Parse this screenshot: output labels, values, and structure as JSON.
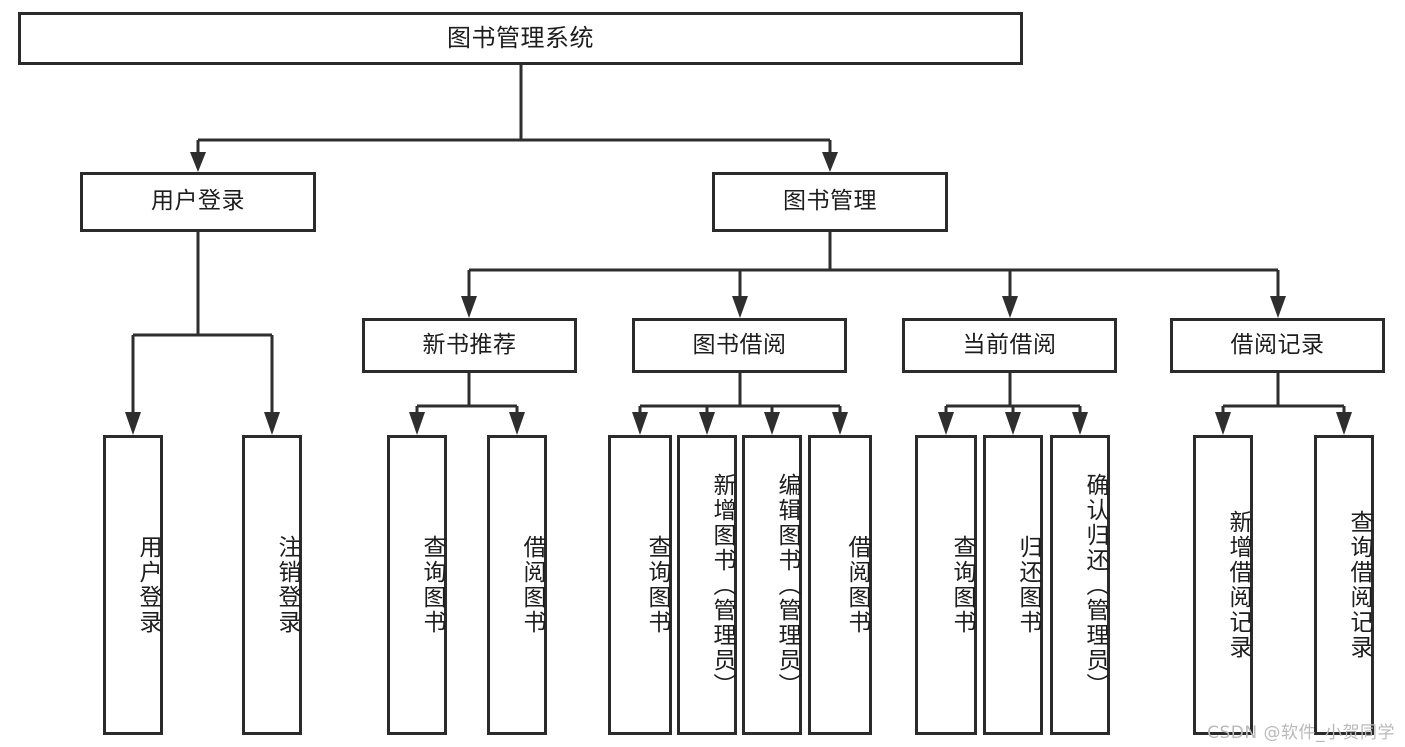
{
  "diagram": {
    "type": "tree-hierarchy",
    "title": "图书管理系统",
    "watermark": "CSDN @软件_小贺同学",
    "colors": {
      "box_border": "#2b2b2b",
      "box_fill": "#ffffff",
      "connector": "#2e2e2e",
      "text": "#1d1d1d",
      "watermark": "#b9b9b9",
      "background": "#ffffff"
    },
    "nodes": {
      "root": {
        "label": "图书管理系统"
      },
      "level2": [
        {
          "id": "user-login",
          "label": "用户登录"
        },
        {
          "id": "book-manage",
          "label": "图书管理"
        }
      ],
      "level3": [
        {
          "id": "new-book-recommend",
          "label": "新书推荐"
        },
        {
          "id": "book-borrow",
          "label": "图书借阅"
        },
        {
          "id": "current-borrow",
          "label": "当前借阅"
        },
        {
          "id": "borrow-record",
          "label": "借阅记录"
        }
      ],
      "leaves": {
        "user_login": [
          {
            "id": "leaf-user-login",
            "label": "用户登录"
          },
          {
            "id": "leaf-logout",
            "label": "注销登录"
          }
        ],
        "new_book_recommend": [
          {
            "id": "leaf-query-book-1",
            "label": "查询图书"
          },
          {
            "id": "leaf-borrow-book-1",
            "label": "借阅图书"
          }
        ],
        "book_borrow": [
          {
            "id": "leaf-query-book-2",
            "label": "查询图书"
          },
          {
            "id": "leaf-add-book",
            "label": "新增图书（管理员）"
          },
          {
            "id": "leaf-edit-book",
            "label": "编辑图书（管理员）"
          },
          {
            "id": "leaf-borrow-book-2",
            "label": "借阅图书"
          }
        ],
        "current_borrow": [
          {
            "id": "leaf-query-book-3",
            "label": "查询图书"
          },
          {
            "id": "leaf-return-book",
            "label": "归还图书"
          },
          {
            "id": "leaf-confirm-return",
            "label": "确认归还（管理员）"
          }
        ],
        "borrow_record": [
          {
            "id": "leaf-add-record",
            "label": "新增借阅记录"
          },
          {
            "id": "leaf-query-record",
            "label": "查询借阅记录"
          }
        ]
      }
    }
  }
}
